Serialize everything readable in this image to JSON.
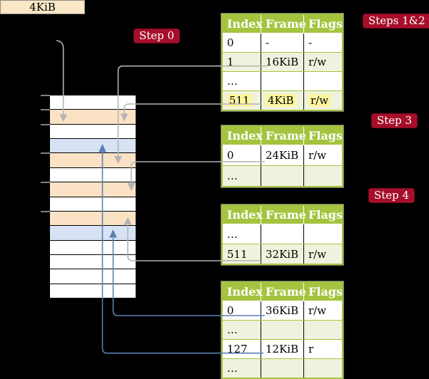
{
  "frame_box": {
    "label": "4KiB"
  },
  "steps": {
    "step0": "Step 0",
    "steps12": "Steps 1&2",
    "step3": "Step 3",
    "step4": "Step 4"
  },
  "tables": [
    {
      "name": "page-table-steps-1-2",
      "headers": [
        "Index",
        "Frame",
        "Flags"
      ],
      "rows": [
        {
          "index": "0",
          "frame": "-",
          "flags": "-",
          "striped": false,
          "highlight": false
        },
        {
          "index": "1",
          "frame": "16KiB",
          "flags": "r/w",
          "striped": true,
          "highlight": false
        },
        {
          "index": "…",
          "frame": "",
          "flags": "",
          "striped": false,
          "highlight": false
        },
        {
          "index": "511",
          "frame": "4KiB",
          "flags": "r/w",
          "striped": true,
          "highlight": true
        }
      ]
    },
    {
      "name": "page-table-step-3",
      "headers": [
        "Index",
        "Frame",
        "Flags"
      ],
      "rows": [
        {
          "index": "0",
          "frame": "24KiB",
          "flags": "r/w",
          "striped": false,
          "highlight": false
        },
        {
          "index": "…",
          "frame": "",
          "flags": "",
          "striped": true,
          "highlight": false
        }
      ]
    },
    {
      "name": "page-table-step-4",
      "headers": [
        "Index",
        "Frame",
        "Flags"
      ],
      "rows": [
        {
          "index": "…",
          "frame": "",
          "flags": "",
          "striped": false,
          "highlight": false
        },
        {
          "index": "511",
          "frame": "32KiB",
          "flags": "r/w",
          "striped": true,
          "highlight": false
        }
      ]
    },
    {
      "name": "page-table-final",
      "headers": [
        "Index",
        "Frame",
        "Flags"
      ],
      "rows": [
        {
          "index": "0",
          "frame": "36KiB",
          "flags": "r/w",
          "striped": false,
          "highlight": false
        },
        {
          "index": "…",
          "frame": "",
          "flags": "",
          "striped": true,
          "highlight": false
        },
        {
          "index": "127",
          "frame": "12KiB",
          "flags": "r",
          "striped": false,
          "highlight": false
        },
        {
          "index": "…",
          "frame": "",
          "flags": "",
          "striped": true,
          "highlight": false
        }
      ]
    }
  ],
  "memory": {
    "rows": [
      "free",
      "page-table",
      "free",
      "data",
      "page-table",
      "free",
      "page-table",
      "free",
      "page-table",
      "data",
      "free",
      "free",
      "free",
      "free"
    ],
    "ticks": [
      0,
      1,
      2,
      4,
      6,
      8
    ]
  },
  "arrows": [
    {
      "name": "arrow-4kib-box-to-memory",
      "color": "gray"
    },
    {
      "name": "arrow-pt1-index1-to-memory-16kib",
      "color": "gray"
    },
    {
      "name": "arrow-pt1-index511-to-memory-4kib",
      "color": "gray"
    },
    {
      "name": "arrow-pt2-index0-to-memory-24kib",
      "color": "gray"
    },
    {
      "name": "arrow-pt3-index511-to-memory-32kib",
      "color": "gray"
    },
    {
      "name": "arrow-pt4-index0-to-memory-36kib",
      "color": "blue"
    },
    {
      "name": "arrow-pt4-index127-to-memory-12kib",
      "color": "blue"
    }
  ],
  "colors": {
    "background": "#000000",
    "table_header_green": "#A4C43F",
    "table_stripe_green": "#EFF3DE",
    "page_table_page_peach": "#FBE2C4",
    "data_page_blue": "#D7E3F4",
    "step_label_crimson": "#A60E2B",
    "frame_box_cream": "#FAE7C6",
    "highlight_yellow": "#FDF6A0",
    "arrow_gray": "#B3B3B3",
    "arrow_blue": "#5B7EB5"
  }
}
